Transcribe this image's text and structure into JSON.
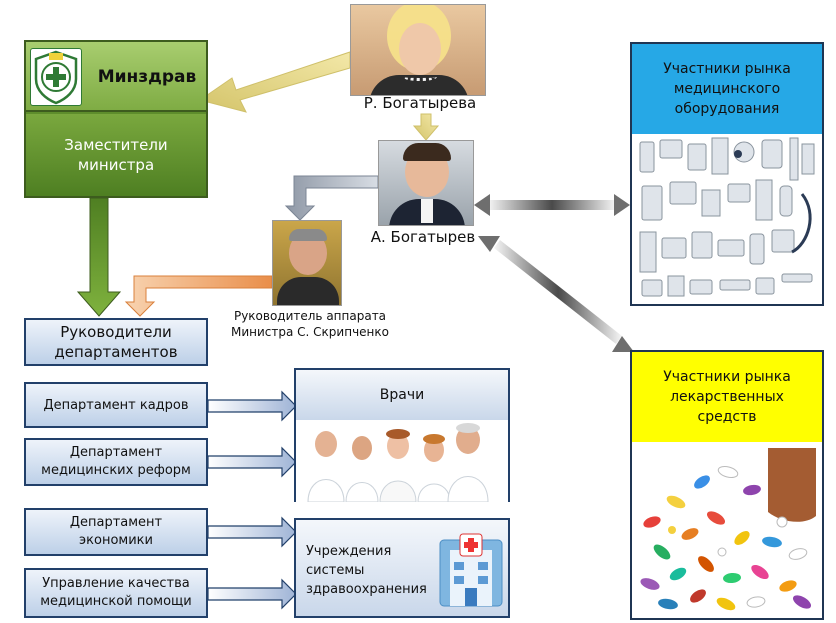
{
  "ministry": {
    "title": "Минздрав",
    "deputies": "Заместители министра"
  },
  "people": {
    "minister": "Р. Богатырева",
    "adviser": "А. Богатырев",
    "head_of_staff": "Руководитель аппарата Министра С. Скрипченко"
  },
  "departments": {
    "heads": "Руководители департаментов",
    "items": [
      "Департамент кадров",
      "Департамент медицинских реформ",
      "Департамент экономики",
      "Управление качества медицинской помощи"
    ]
  },
  "targets": {
    "doctors": "Врачи",
    "institutions": "Учреждения системы здравоохранения"
  },
  "markets": {
    "equipment": "Участники рынка медицинского оборудования",
    "drugs": "Участники рынка лекарственных средств"
  },
  "colors": {
    "ministry_green": "#5e8e2c",
    "box_border": "#22406a",
    "equipment_header": "#26a8e6",
    "drugs_header": "#ffff00"
  }
}
